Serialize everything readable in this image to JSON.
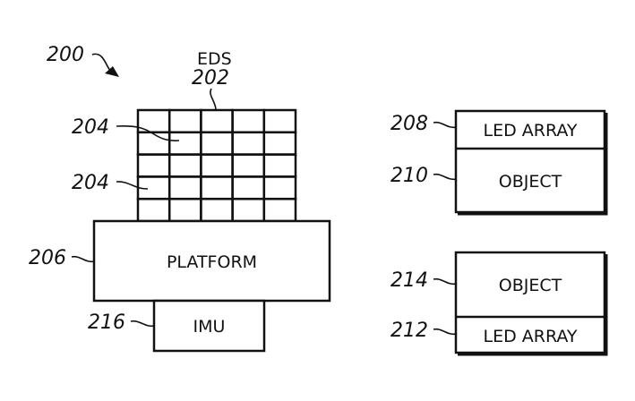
{
  "figure": {
    "ref": "200",
    "components": {
      "eds": {
        "name": "EDS",
        "ref": "202",
        "grid_rows": 5,
        "grid_cols": 5
      },
      "pixel_refs": [
        "204",
        "204"
      ],
      "platform": {
        "label": "PLATFORM",
        "ref": "206"
      },
      "imu": {
        "label": "IMU",
        "ref": "216"
      },
      "object_a": {
        "led_label": "LED ARRAY",
        "led_ref": "208",
        "object_label": "OBJECT",
        "object_ref": "210"
      },
      "object_b": {
        "object_label": "OBJECT",
        "object_ref": "214",
        "led_label": "LED ARRAY",
        "led_ref": "212"
      }
    }
  }
}
